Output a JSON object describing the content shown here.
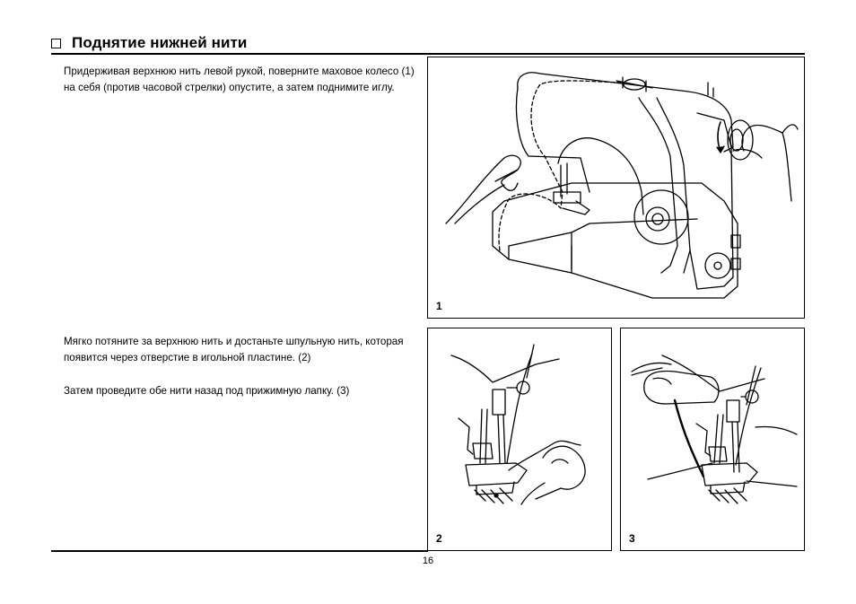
{
  "section": {
    "title": "Поднятие нижней нити"
  },
  "paragraphs": {
    "p1": "Придерживая верхнюю нить левой рукой, поверните маховое колесо (1) на себя (против часовой стрелки) опустите, а затем поднимите иглу.",
    "p2": "Мягко потяните за верхнюю нить и достаньте шпульную нить, которая появится через отверстие в игольной пластине. (2)",
    "p3": "Затем проведите обе нити назад под прижимную лапку. (3)"
  },
  "figures": [
    {
      "label": "1",
      "subject": "sewing-machine-handwheel"
    },
    {
      "label": "2",
      "subject": "pulling-bobbin-thread"
    },
    {
      "label": "3",
      "subject": "threads-under-presser-foot"
    }
  ],
  "page": {
    "number": "16"
  }
}
